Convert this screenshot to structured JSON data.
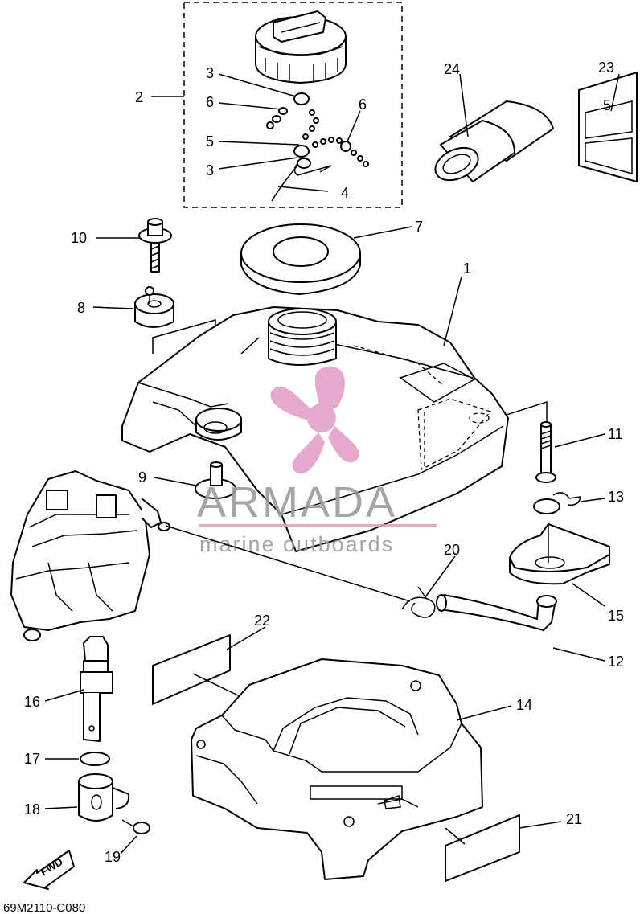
{
  "diagram_code": "69M2110-C080",
  "fwd_label": "FWD",
  "watermark": {
    "title": "ARMADA",
    "subtitle": "marine outboards",
    "logo_color": "#e2a0c8",
    "text_color": "#9c9c9c"
  },
  "callouts": {
    "c1": "1",
    "c2": "2",
    "c3a": "3",
    "c3b": "3",
    "c4": "4",
    "c5": "5",
    "c6a": "6",
    "c6b": "6",
    "c7": "7",
    "c8": "8",
    "c9": "9",
    "c10": "10",
    "c11": "11",
    "c12": "12",
    "c13": "13",
    "c14": "14",
    "c15": "15",
    "c16": "16",
    "c17": "17",
    "c18": "18",
    "c19": "19",
    "c20": "20",
    "c21": "21",
    "c22": "22",
    "c23": "23",
    "c24": "24"
  },
  "label_23_mark": "5"
}
